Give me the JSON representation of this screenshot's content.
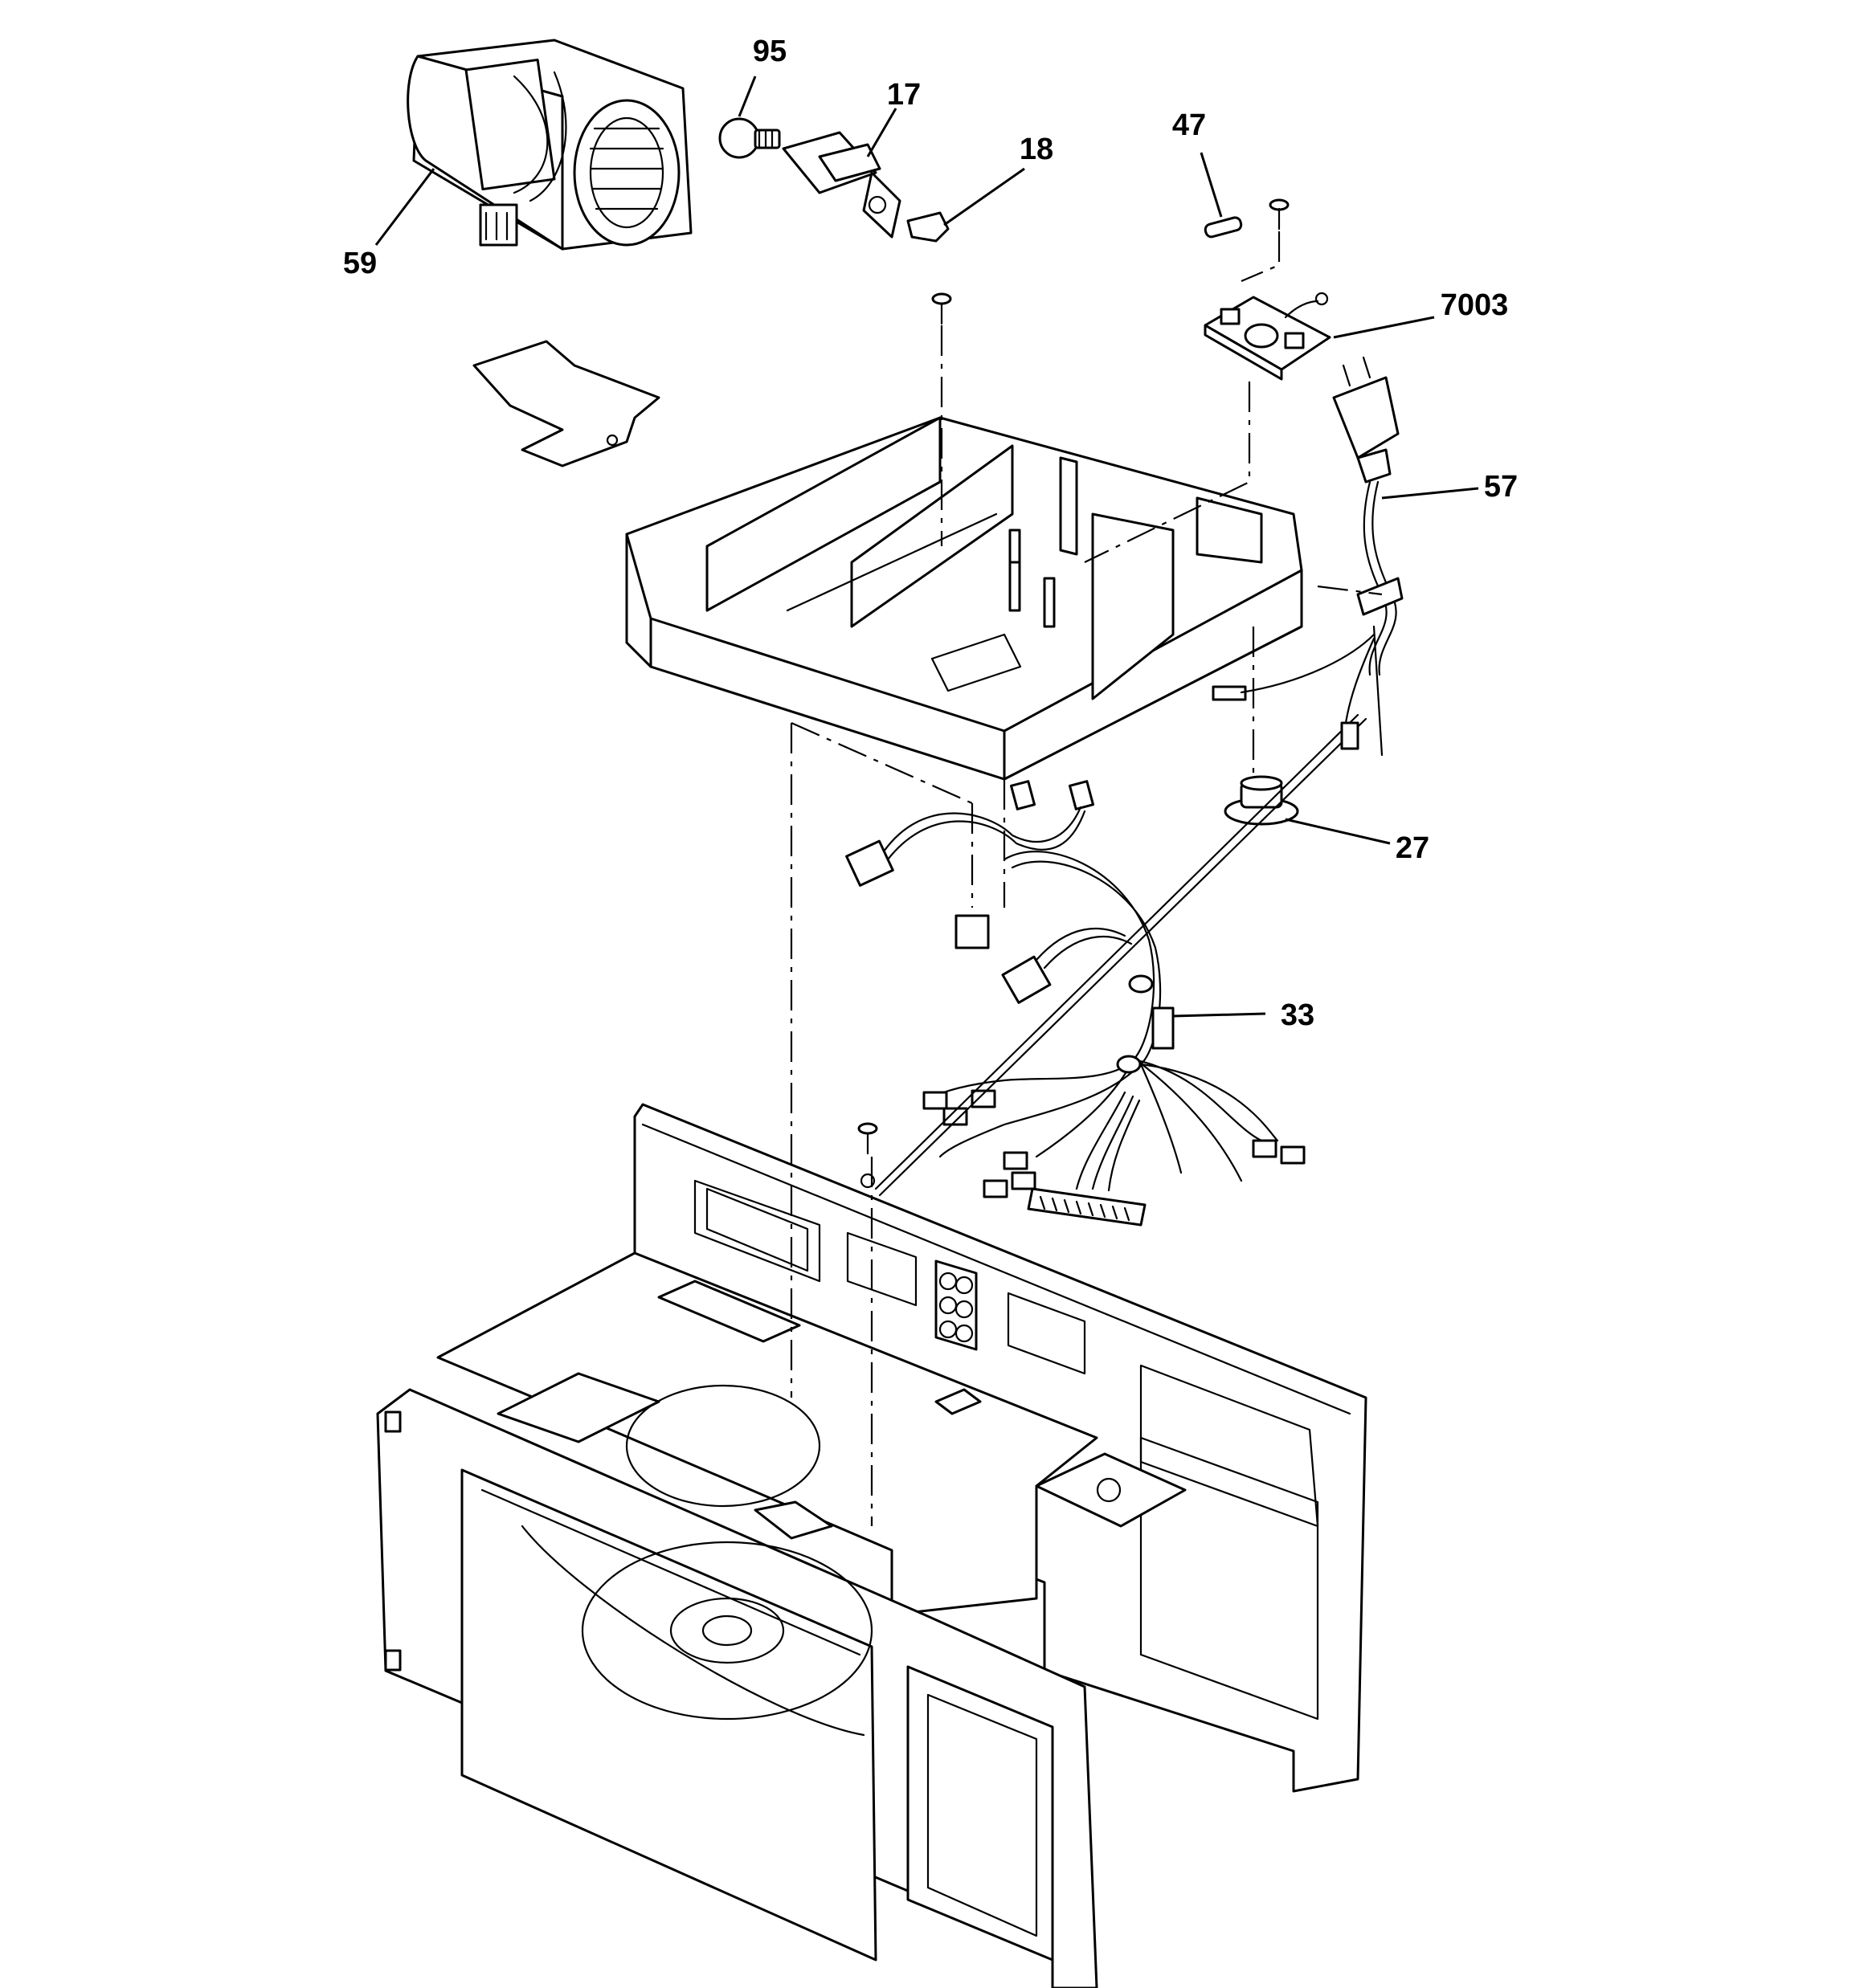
{
  "diagram": {
    "callouts": [
      {
        "id": "95",
        "label": "95"
      },
      {
        "id": "17",
        "label": "17"
      },
      {
        "id": "18",
        "label": "18"
      },
      {
        "id": "47",
        "label": "47"
      },
      {
        "id": "59",
        "label": "59"
      },
      {
        "id": "7003",
        "label": "7003"
      },
      {
        "id": "57",
        "label": "57"
      },
      {
        "id": "27",
        "label": "27"
      },
      {
        "id": "33",
        "label": "33"
      }
    ]
  }
}
